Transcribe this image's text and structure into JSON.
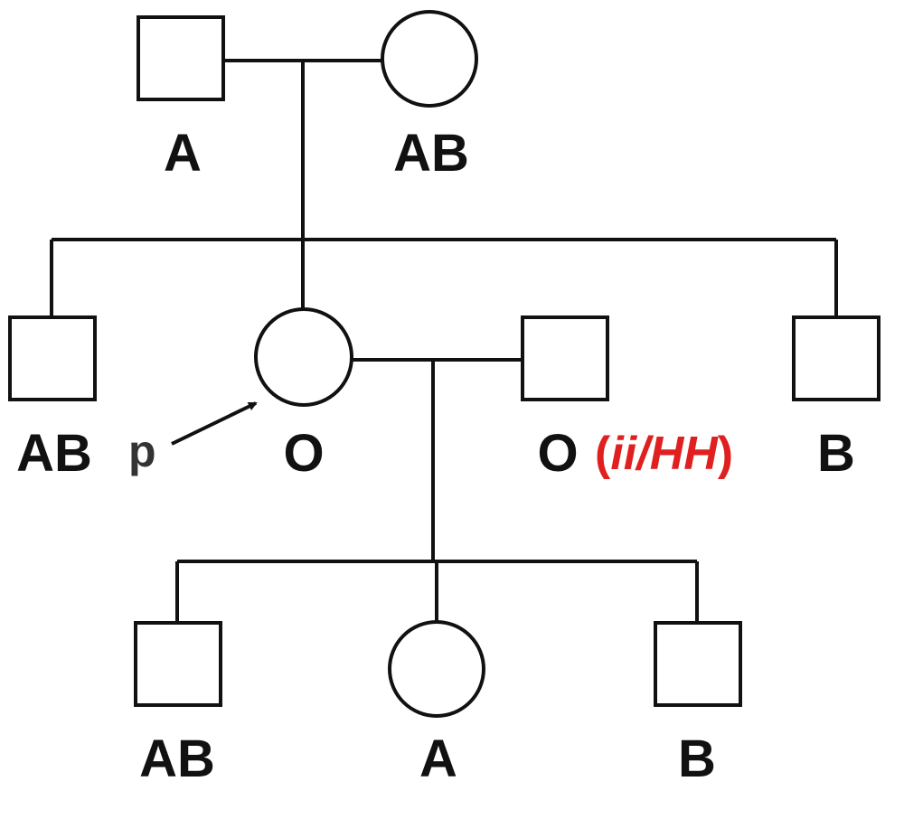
{
  "colors": {
    "ink": "#111111",
    "annotation": "#e02020"
  },
  "pedigree": {
    "generation_1": {
      "father": {
        "sex": "male",
        "shape": "square",
        "phenotype": "A"
      },
      "mother": {
        "sex": "female",
        "shape": "circle",
        "phenotype": "AB"
      }
    },
    "generation_2": [
      {
        "sex": "male",
        "shape": "square",
        "phenotype": "AB"
      },
      {
        "sex": "female",
        "shape": "circle",
        "phenotype": "O",
        "proband": true
      },
      {
        "sex": "male",
        "shape": "square",
        "phenotype": "B"
      }
    ],
    "spouse": {
      "sex": "male",
      "shape": "square",
      "phenotype": "O",
      "genotype_note": {
        "open": "(",
        "allele_i": "ii",
        "sep": "/",
        "allele_h": "HH",
        "close": ")"
      }
    },
    "generation_3": [
      {
        "sex": "male",
        "shape": "square",
        "phenotype": "AB"
      },
      {
        "sex": "female",
        "shape": "circle",
        "phenotype": "A"
      },
      {
        "sex": "male",
        "shape": "square",
        "phenotype": "B"
      }
    ],
    "proband_marker": "p"
  }
}
